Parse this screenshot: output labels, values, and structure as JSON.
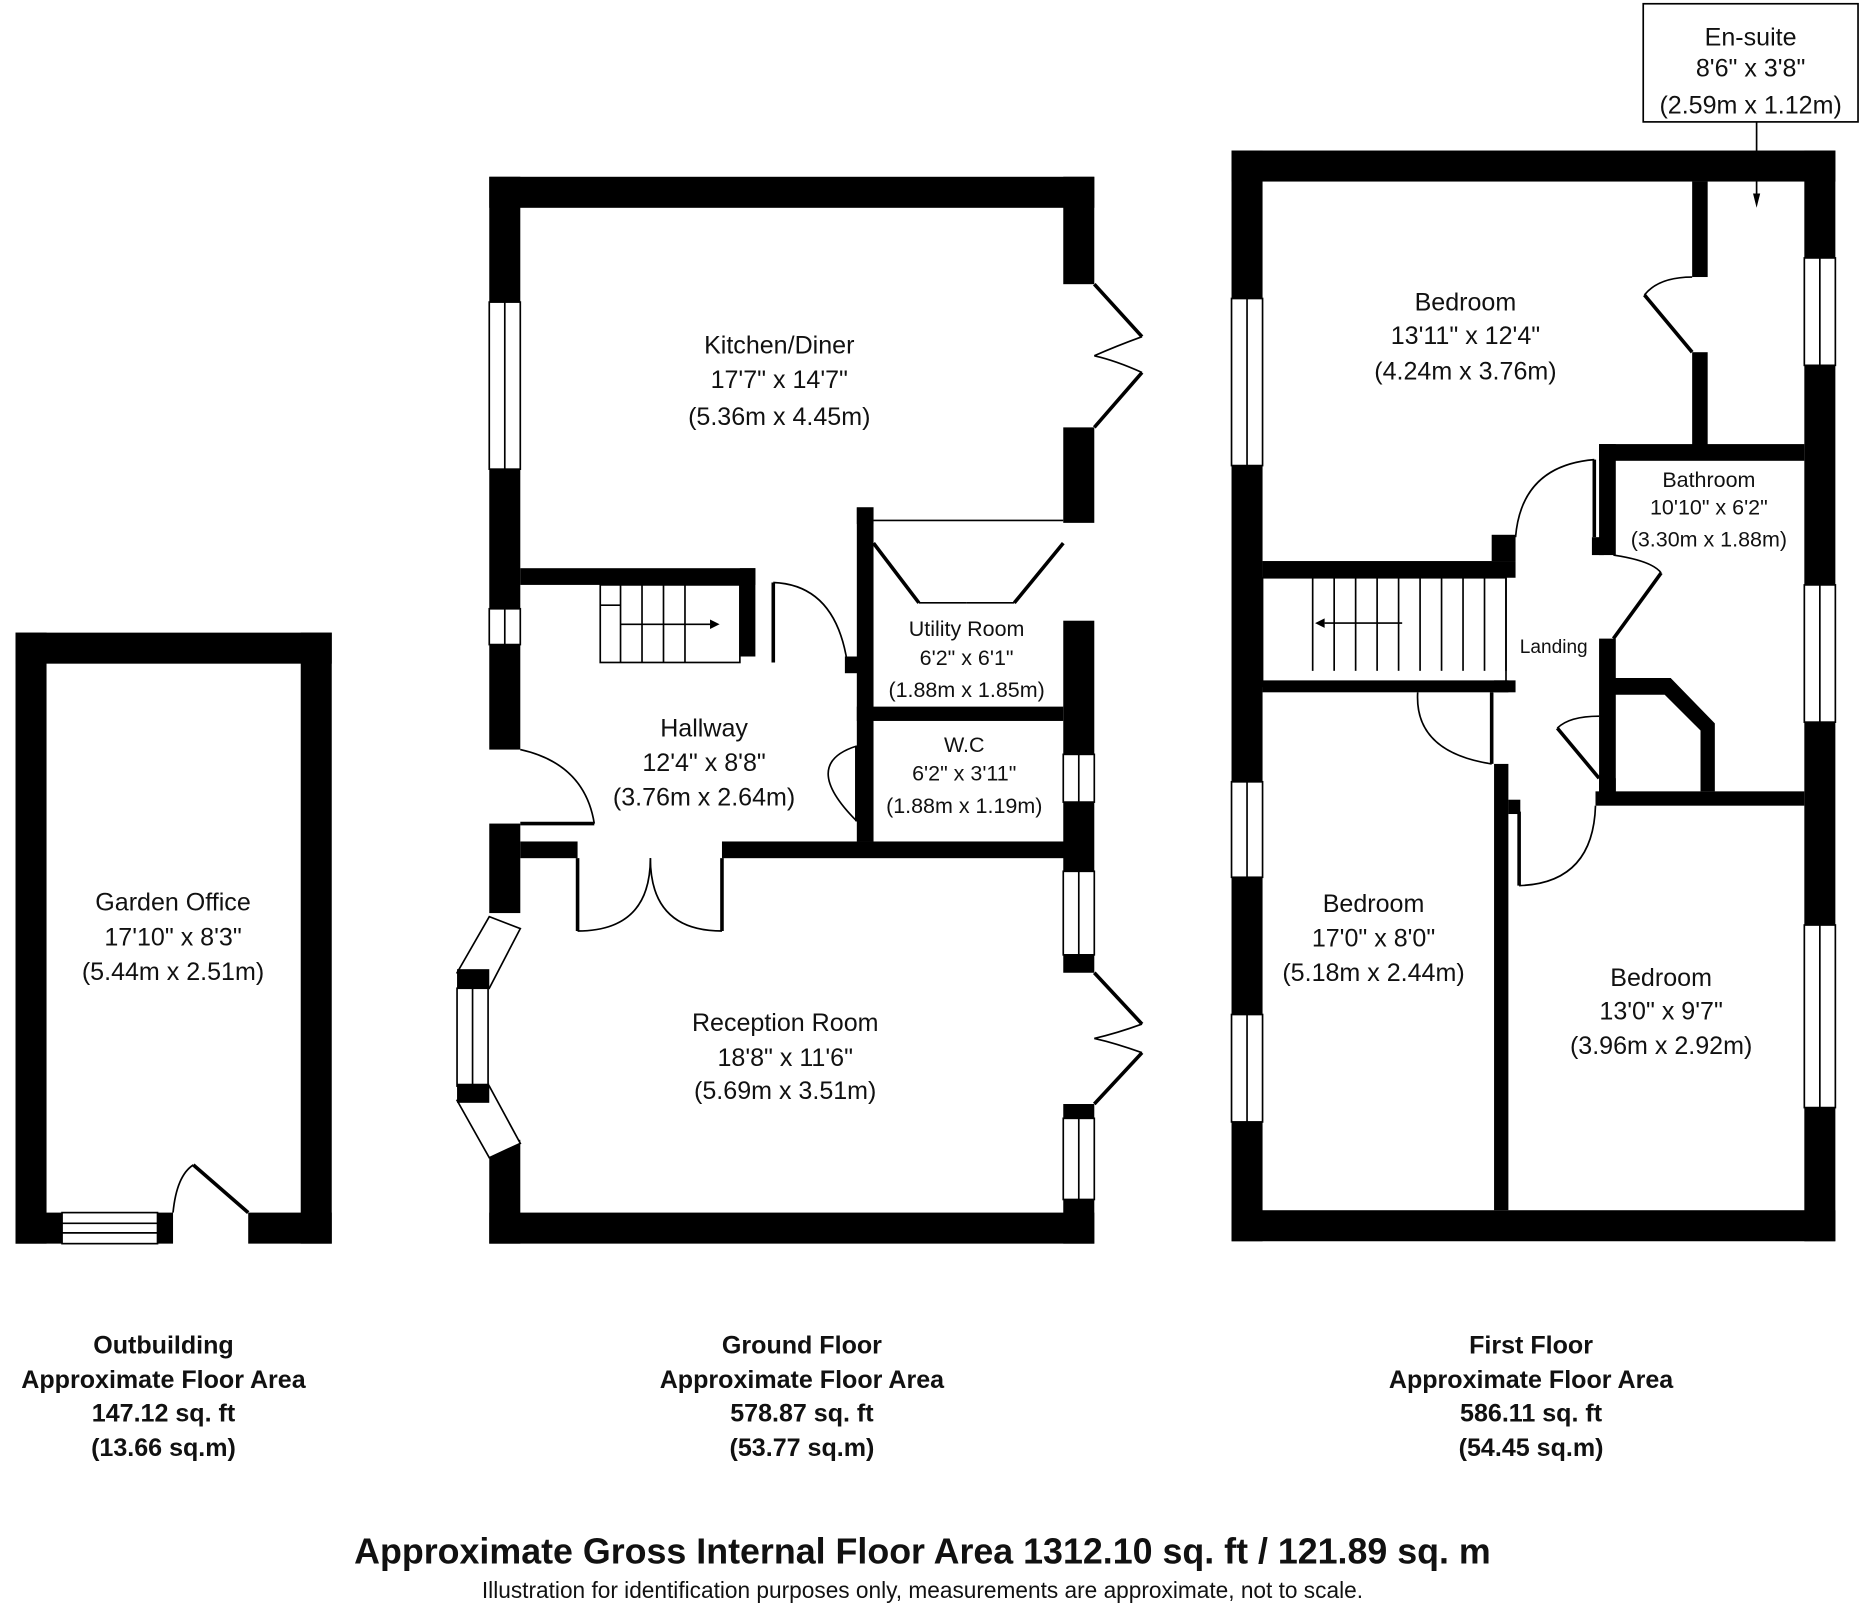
{
  "rooms": {
    "garden_office": {
      "name": "Garden Office",
      "imperial": "17'10\" x 8'3\"",
      "metric": "(5.44m x 2.51m)"
    },
    "kitchen": {
      "name": "Kitchen/Diner",
      "imperial": "17'7\" x 14'7\"",
      "metric": "(5.36m x 4.45m)"
    },
    "utility": {
      "name": "Utility Room",
      "imperial": "6'2\" x 6'1\"",
      "metric": "(1.88m x 1.85m)"
    },
    "hallway": {
      "name": "Hallway",
      "imperial": "12'4\" x 8'8\"",
      "metric": "(3.76m x 2.64m)"
    },
    "wc": {
      "name": "W.C",
      "imperial": "6'2\" x 3'11\"",
      "metric": "(1.88m x 1.19m)"
    },
    "reception": {
      "name": "Reception Room",
      "imperial": "18'8\" x 11'6\"",
      "metric": "(5.69m x 3.51m)"
    },
    "bedroom1": {
      "name": "Bedroom",
      "imperial": "13'11\" x 12'4\"",
      "metric": "(4.24m x 3.76m)"
    },
    "ensuite": {
      "name": "En-suite",
      "imperial": "8'6\" x 3'8\"",
      "metric": "(2.59m x 1.12m)"
    },
    "bathroom": {
      "name": "Bathroom",
      "imperial": "10'10\" x 6'2\"",
      "metric": "(3.30m x 1.88m)"
    },
    "landing": {
      "name": "Landing"
    },
    "bedroom2": {
      "name": "Bedroom",
      "imperial": "17'0\" x 8'0\"",
      "metric": "(5.18m x 2.44m)"
    },
    "bedroom3": {
      "name": "Bedroom",
      "imperial": "13'0\" x 9'7\"",
      "metric": "(3.96m x 2.92m)"
    }
  },
  "floors": [
    {
      "name": "Outbuilding",
      "label": "Approximate Floor Area",
      "sqft": "147.12 sq. ft",
      "sqm": "(13.66 sq.m)"
    },
    {
      "name": "Ground Floor",
      "label": "Approximate Floor Area",
      "sqft": "578.87 sq. ft",
      "sqm": "(53.77 sq.m)"
    },
    {
      "name": "First Floor",
      "label": "Approximate Floor Area",
      "sqft": "586.11 sq. ft",
      "sqm": "(54.45 sq.m)"
    }
  ],
  "gross": "Approximate Gross Internal Floor Area 1312.10 sq. ft / 121.89 sq. m",
  "disclaimer": "Illustration for identification purposes only, measurements are approximate, not to scale."
}
